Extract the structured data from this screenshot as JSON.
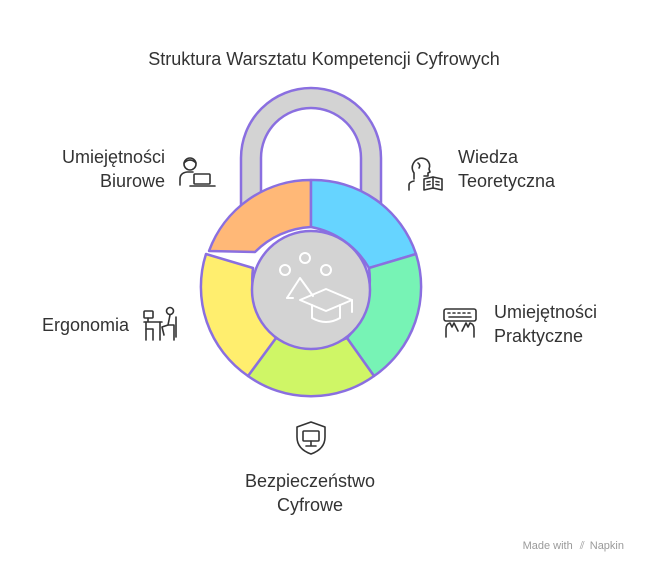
{
  "title": "Struktura Warsztatu Kompetencji Cyfrowych",
  "segments": [
    {
      "id": "office",
      "lines": [
        "Umiejętności",
        "Biurowe"
      ],
      "color": "#FFB877",
      "icon": "office-worker-laptop-icon"
    },
    {
      "id": "theory",
      "lines": [
        "Wiedza",
        "Teoretyczna"
      ],
      "color": "#66D4FF",
      "icon": "reading-person-icon"
    },
    {
      "id": "practical",
      "lines": [
        "Umiejętności",
        "Praktyczne"
      ],
      "color": "#77F3B5",
      "icon": "hands-keyboard-icon"
    },
    {
      "id": "security",
      "lines": [
        "Bezpieczeństwo",
        "Cyfrowe"
      ],
      "color": "#CFF666",
      "icon": "shield-monitor-icon"
    },
    {
      "id": "ergo",
      "lines": [
        "Ergonomia"
      ],
      "color": "#FFEE6E",
      "icon": "desk-chair-icon"
    }
  ],
  "center_icon": "graduation-cap-icon",
  "colors": {
    "outline": "#8A6FE0",
    "hub": "#D3D3D3",
    "shackle": "#D3D3D3",
    "text": "#333333"
  },
  "footer": {
    "made_with": "Made with",
    "brand": "Napkin"
  }
}
